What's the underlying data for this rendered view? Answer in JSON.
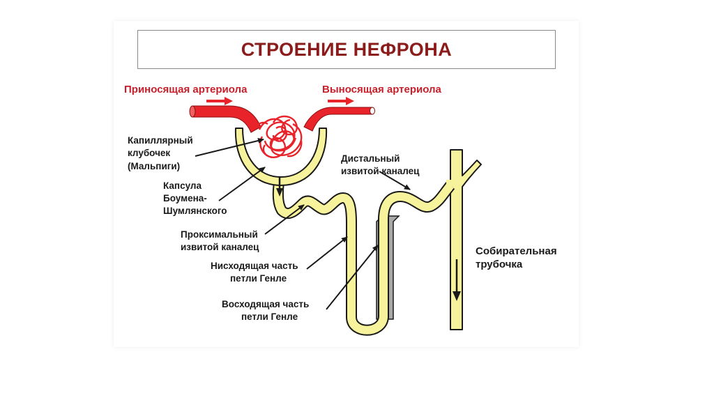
{
  "title": "СТРОЕНИЕ НЕФРОНА",
  "labels": {
    "afferent": "Приносящая артериола",
    "efferent": "Выносящая артериола",
    "glomerulus": [
      "Капиллярный",
      "клубочек",
      "(Мальпиги)"
    ],
    "capsule": [
      "Капсула",
      "Боумена-",
      "Шумлянского"
    ],
    "proximal": [
      "Проксимальный",
      "извитой каналец"
    ],
    "descending": [
      "Нисходящая часть",
      "петли Генле"
    ],
    "ascending": [
      "Восходящая часть",
      "петли Генле"
    ],
    "distal": [
      "Дистальный",
      "извитой каналец"
    ],
    "collecting": [
      "Собирательная",
      "трубочка"
    ]
  },
  "colors": {
    "title": "#8b1c1c",
    "arteriole": "#e8232a",
    "tubule": "#f7f29c",
    "outline": "#1a1a1a",
    "vessel_gray": "#a8a8a8"
  }
}
